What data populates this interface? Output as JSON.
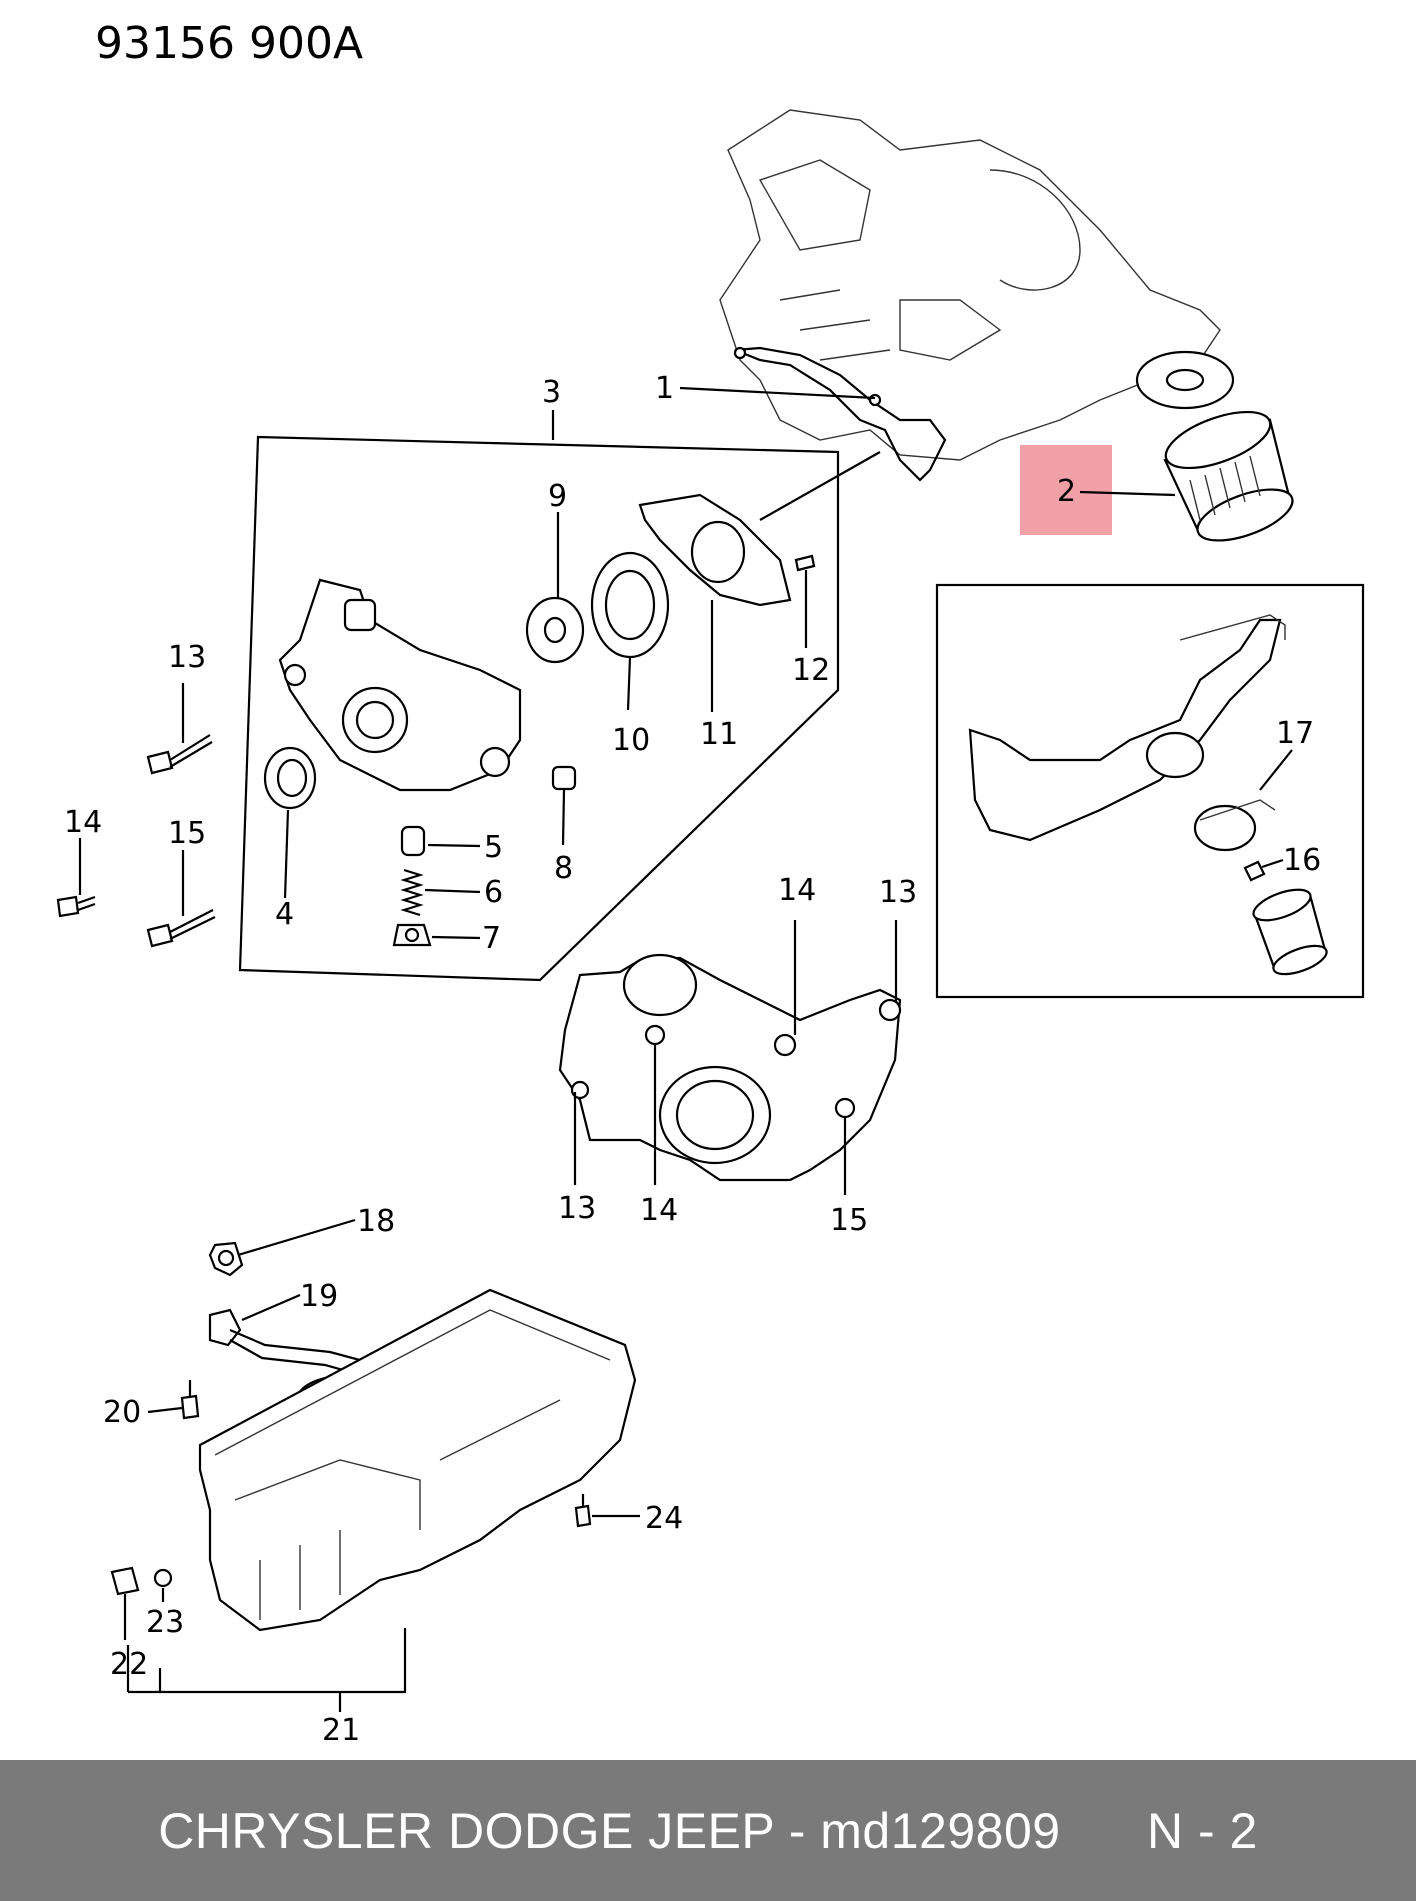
{
  "drawing_code": "93156  900A",
  "callouts": {
    "c1": "1",
    "c2": "2",
    "c3": "3",
    "c4": "4",
    "c5": "5",
    "c6": "6",
    "c7": "7",
    "c8": "8",
    "c9": "9",
    "c10": "10",
    "c11": "11",
    "c12": "12",
    "c13a": "13",
    "c13b": "13",
    "c13c": "13",
    "c14a": "14",
    "c14b": "14",
    "c14c": "14",
    "c15a": "15",
    "c15b": "15",
    "c16": "16",
    "c17": "17",
    "c18": "18",
    "c19": "19",
    "c20": "20",
    "c21": "21",
    "c22": "22",
    "c23": "23",
    "c24": "24"
  },
  "highlight": {
    "part": "2",
    "color": "#f0a0a6"
  },
  "footer": {
    "brand_part": "CHRYSLER DODGE JEEP - md129809",
    "page_ref": "N - 2",
    "background": "#7a7a7a"
  }
}
